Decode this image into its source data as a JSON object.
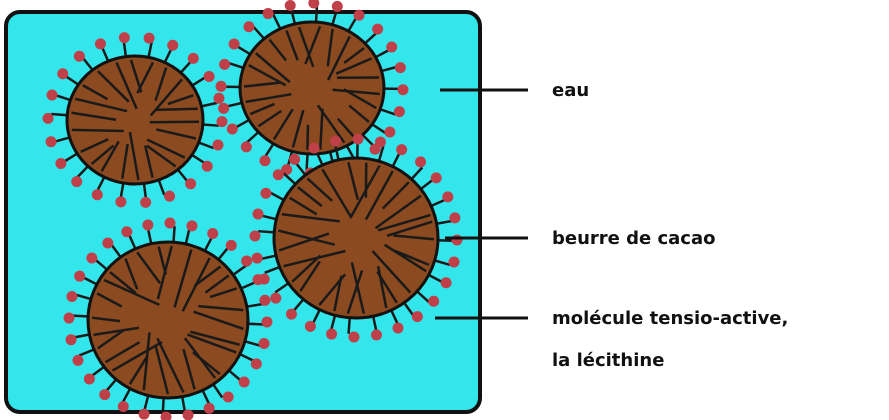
{
  "labels": {
    "water": "eau",
    "cocoa_butter": "beurre de cacao",
    "surfactant_line1": "molécule tensio-active,",
    "surfactant_line2": "la lécithine"
  },
  "colors": {
    "water": "#33e6ec",
    "droplet": "#8b4a1f",
    "outline": "#111111",
    "head": "#c0404a",
    "tail": "#1a1a1a",
    "text": "#111111"
  }
}
